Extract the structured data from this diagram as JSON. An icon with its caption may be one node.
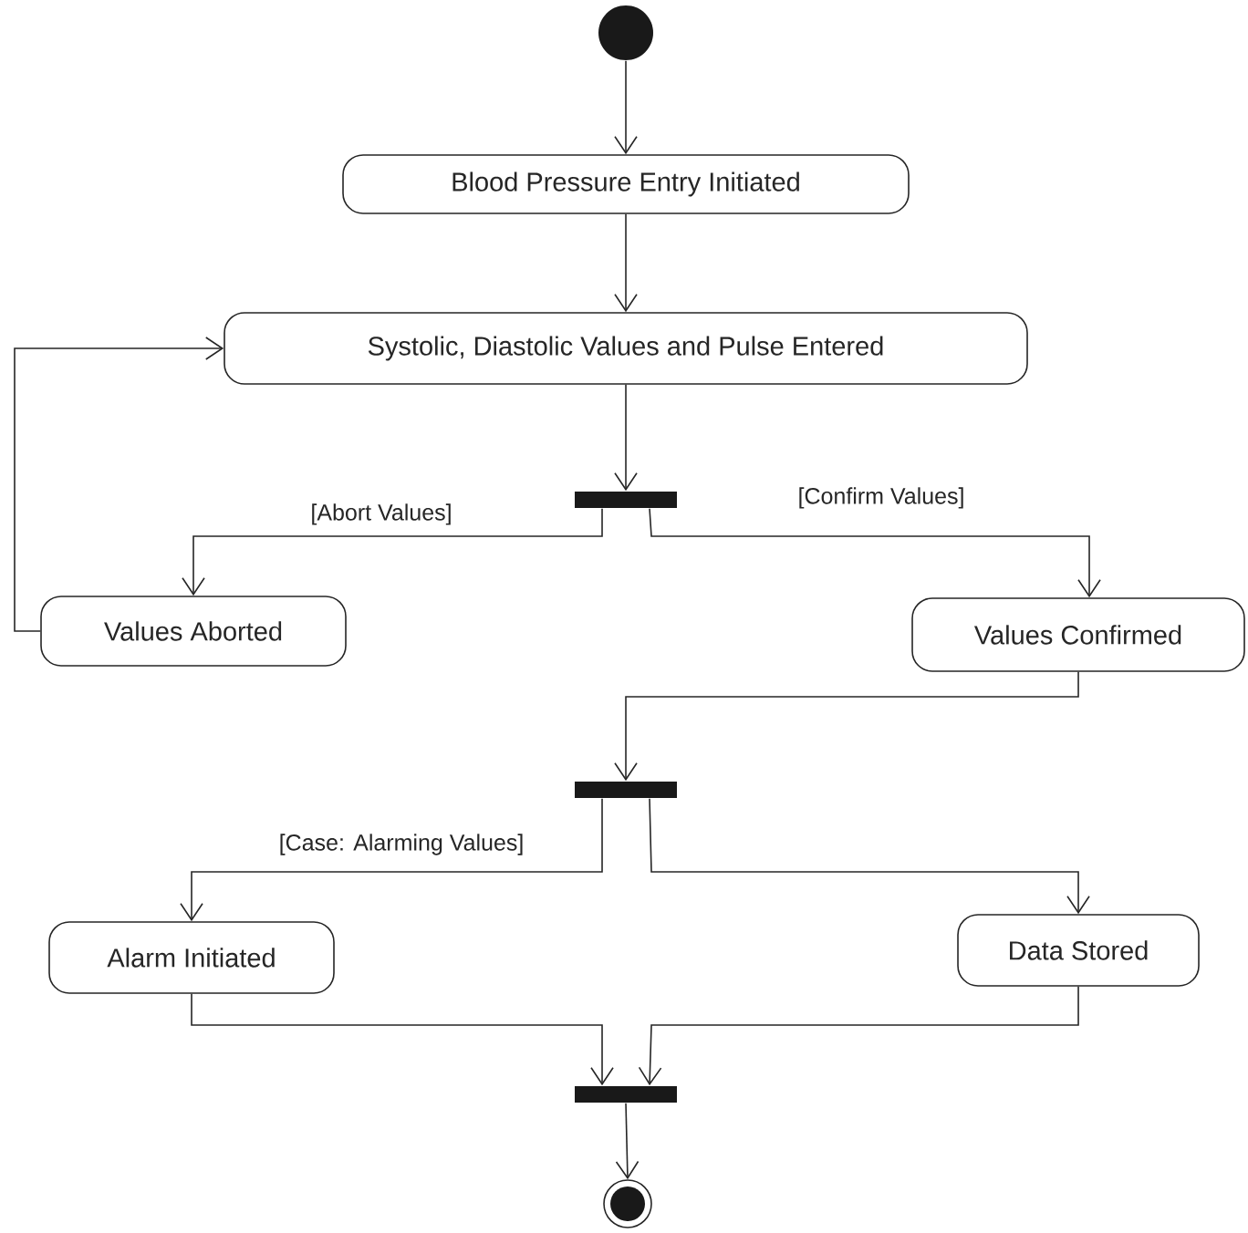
{
  "diagram": {
    "nodes": [
      {
        "text": [],
        "shape": "circle"
      },
      {
        "text": [
          "Blood Pressure Entry Initiated"
        ]
      },
      {
        "text": [
          "Systolic, Diastolic Values and Pulse Entered"
        ]
      },
      {
        "text": [],
        "shape": "bar"
      },
      {
        "text": [
          "Values Aborted"
        ]
      },
      {
        "text": [
          "Values Confirmed"
        ]
      },
      {
        "text": [],
        "shape": "bar"
      },
      {
        "text": [
          "Alarm Initiated"
        ]
      },
      {
        "text": [
          "Data Stored"
        ]
      },
      {
        "text": [],
        "shape": "bar"
      },
      {
        "text": [],
        "shape": "bullseye"
      }
    ],
    "edges": [
      {
        "from": 0,
        "to": 1,
        "arrow": "to"
      },
      {
        "from": 1,
        "to": 2,
        "arrow": "to"
      },
      {
        "from": 2,
        "to": 3,
        "arrow": "to"
      },
      {
        "from": 3,
        "to": 4,
        "arrow": "to",
        "label": "[Abort Values]"
      },
      {
        "from": 3,
        "to": 5,
        "arrow": "to",
        "label": "[Confirm Values]"
      },
      {
        "from": 4,
        "to": 2,
        "arrow": "to"
      },
      {
        "from": 5,
        "to": 6,
        "arrow": "to"
      },
      {
        "from": 6,
        "to": 7,
        "arrow": "to",
        "label": "[Case: Alarming Values]"
      },
      {
        "from": 6,
        "to": 8,
        "arrow": "to"
      },
      {
        "from": 7,
        "to": 9,
        "arrow": "to"
      },
      {
        "from": 8,
        "to": 9,
        "arrow": "to"
      },
      {
        "from": 9,
        "to": 10,
        "arrow": "to"
      }
    ]
  }
}
